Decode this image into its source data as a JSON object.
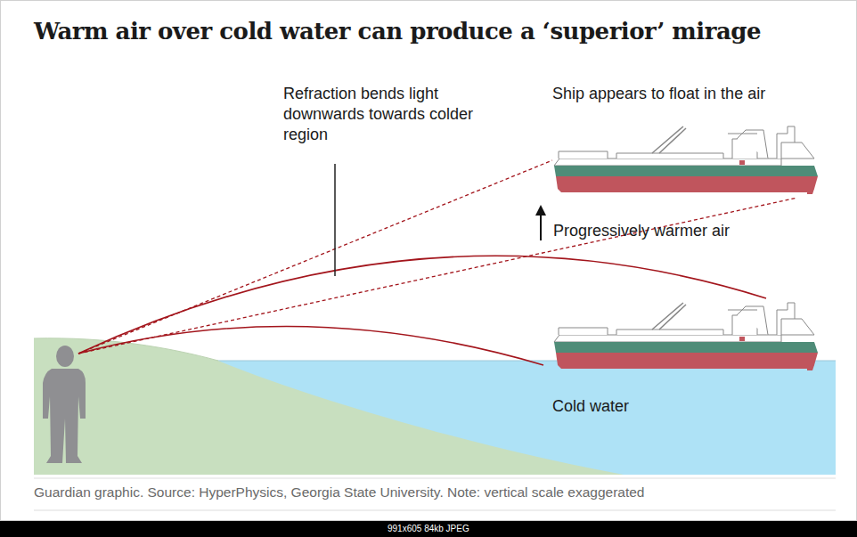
{
  "diagram": {
    "title": "Warm air over cold water can produce a ‘superior’ mirage",
    "caption": "Guardian graphic. Source: HyperPhysics, Georgia State University. Note: vertical scale exaggerated",
    "labels": [
      "Refraction bends light downwards towards colder region",
      "Ship appears to float in the air",
      "Progressively warmer air",
      "Cold water",
      "991x605 84kb JPEG"
    ]
  }
}
